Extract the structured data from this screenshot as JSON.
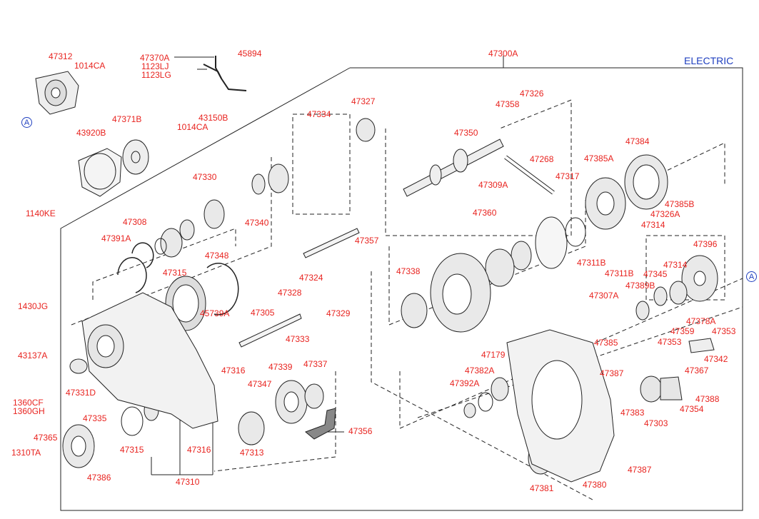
{
  "header": {
    "electric": "ELECTRIC"
  },
  "refs": {
    "a1": "A",
    "a2": "A"
  },
  "labels": {
    "l47312": "47312",
    "l1014CA_1": "1014CA",
    "l47370A": "47370A",
    "l1123LJ": "1123LJ",
    "l1123LG": "1123LG",
    "l45894": "45894",
    "l47300A": "47300A",
    "l43150B": "43150B",
    "l1014CA_2": "1014CA",
    "l47371B": "47371B",
    "l43920B": "43920B",
    "l47334": "47334",
    "l47327": "47327",
    "l47326": "47326",
    "l47358": "47358",
    "l47350": "47350",
    "l47384": "47384",
    "l47330": "47330",
    "l47268": "47268",
    "l47385A": "47385A",
    "l47317": "47317",
    "l47309A": "47309A",
    "l1140KE": "1140KE",
    "l47308": "47308",
    "l47340": "47340",
    "l47391A": "47391A",
    "l47357": "47357",
    "l47360": "47360",
    "l47385B": "47385B",
    "l47326A": "47326A",
    "l47314_1": "47314",
    "l47348": "47348",
    "l47396": "47396",
    "l47315_1": "47315",
    "l47311B_1": "47311B",
    "l47324": "47324",
    "l47338": "47338",
    "l47311B_2": "47311B",
    "l47314_2": "47314",
    "l47345": "47345",
    "l47328": "47328",
    "l47389B": "47389B",
    "l47307A": "47307A",
    "l1430JG": "1430JG",
    "l45739A": "45739A",
    "l47329": "47329",
    "l47305": "47305",
    "l47378A": "47378A",
    "l47359": "47359",
    "l47353_1": "47353",
    "l47353_2": "47353",
    "l47333": "47333",
    "l47385": "47385",
    "l43137A": "43137A",
    "l47179": "47179",
    "l47342": "47342",
    "l47316_1": "47316",
    "l47339": "47339",
    "l47337": "47337",
    "l47382A": "47382A",
    "l47387_1": "47387",
    "l47367": "47367",
    "l47331D": "47331D",
    "l47347": "47347",
    "l47392A": "47392A",
    "l47388": "47388",
    "l1360CF": "1360CF",
    "l1360GH": "1360GH",
    "l47354": "47354",
    "l47335": "47335",
    "l47383": "47383",
    "l47303": "47303",
    "l47365": "47365",
    "l47356": "47356",
    "l1310TA": "1310TA",
    "l47315_2": "47315",
    "l47316_2": "47316",
    "l47313": "47313",
    "l47387_2": "47387",
    "l47386": "47386",
    "l47310": "47310",
    "l47381": "47381",
    "l47380": "47380"
  }
}
